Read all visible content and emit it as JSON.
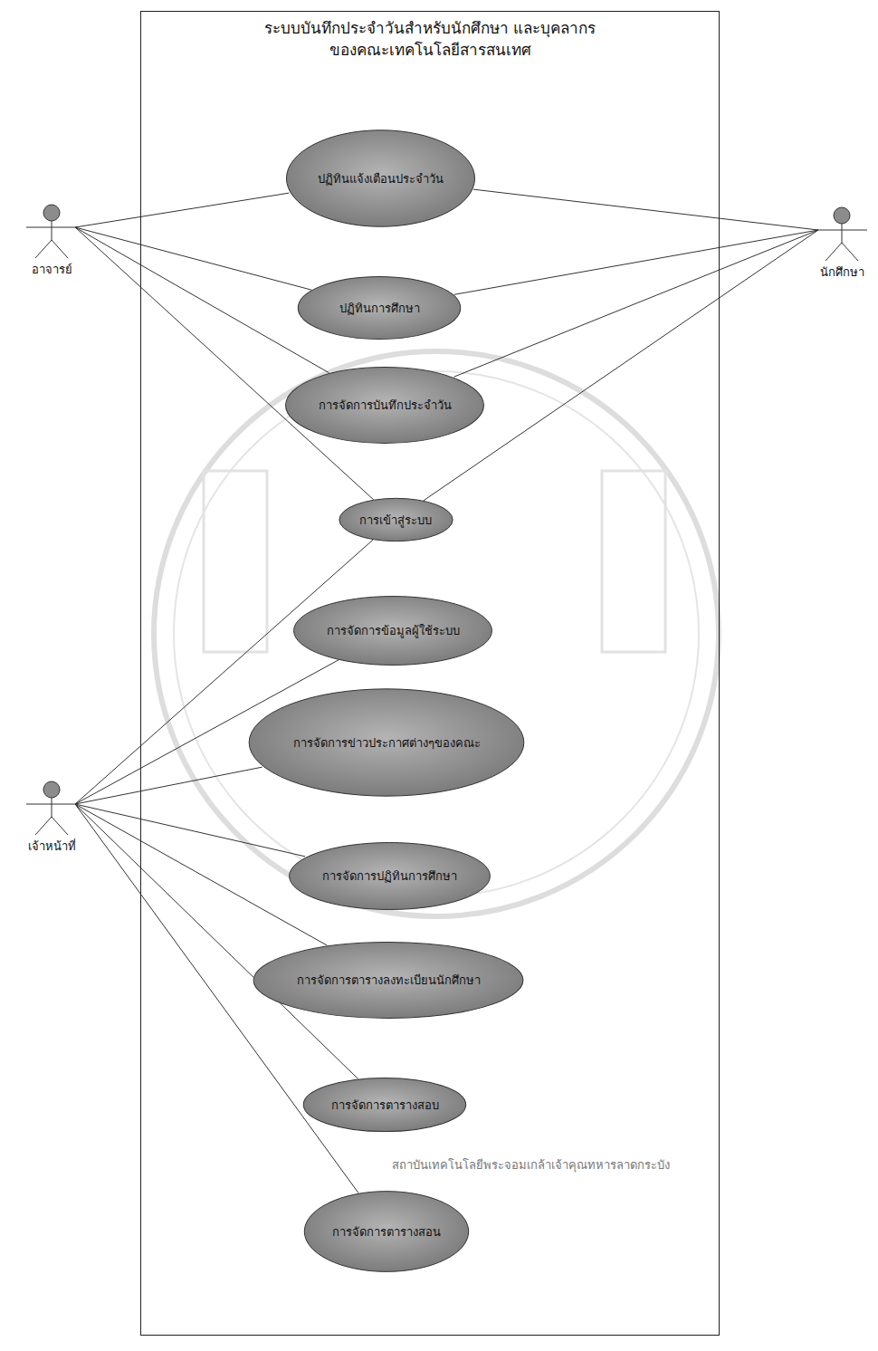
{
  "diagram": {
    "nodes": [
      {
        "text": [
          "ระบบบันทึกประจำวันสำหรับนักศึกษา และบุคลากรของคณะเทคโนโลยีสารสนเทศ"
        ]
      },
      {
        "text": [
          "ปฏิทินแจ้งเตือนประจำวัน"
        ],
        "in": 0
      },
      {
        "text": [
          "ปฏิทินการศึกษา"
        ],
        "in": 0
      },
      {
        "text": [
          "การจัดการบันทึกประจำวัน"
        ],
        "in": 0
      },
      {
        "text": [
          "การเข้าสู่ระบบ"
        ],
        "in": 0
      },
      {
        "text": [
          "การจัดการข้อมูลผู้ใช้ระบบ"
        ],
        "in": 0
      },
      {
        "text": [
          "การจัดการข่าวประกาศต่างๆของคณะ"
        ],
        "in": 0
      },
      {
        "text": [
          "การจัดการปฏิทินการศึกษา"
        ],
        "in": 0
      },
      {
        "text": [
          "การจัดการตารางลงทะเบียนนักศึกษา"
        ],
        "in": 0
      },
      {
        "text": [
          "การจัดการตารางสอบ"
        ],
        "in": 0
      },
      {
        "text": [
          "การจัดการตารางสอน"
        ],
        "in": 0
      },
      {
        "text": [
          "อาจารย์"
        ]
      },
      {
        "text": [
          "นักศึกษา"
        ]
      },
      {
        "text": [
          "เจ้าหน้าที่"
        ]
      }
    ],
    "edges": [
      {
        "from": 11,
        "to": 1,
        "arrow": "none"
      },
      {
        "from": 11,
        "to": 2,
        "arrow": "none"
      },
      {
        "from": 11,
        "to": 3,
        "arrow": "none"
      },
      {
        "from": 11,
        "to": 4,
        "arrow": "none"
      },
      {
        "from": 12,
        "to": 1,
        "arrow": "none"
      },
      {
        "from": 12,
        "to": 2,
        "arrow": "none"
      },
      {
        "from": 12,
        "to": 3,
        "arrow": "none"
      },
      {
        "from": 12,
        "to": 4,
        "arrow": "none"
      },
      {
        "from": 13,
        "to": 4,
        "arrow": "none"
      },
      {
        "from": 13,
        "to": 5,
        "arrow": "none"
      },
      {
        "from": 13,
        "to": 6,
        "arrow": "none"
      },
      {
        "from": 13,
        "to": 7,
        "arrow": "none"
      },
      {
        "from": 13,
        "to": 8,
        "arrow": "none"
      },
      {
        "from": 13,
        "to": 9,
        "arrow": "none"
      },
      {
        "from": 13,
        "to": 10,
        "arrow": "none"
      }
    ],
    "labels": [
      "สถาบันเทคโนโลยีพระจอมเกล้าเจ้าคุณทหารลาดกระบัง"
    ]
  }
}
